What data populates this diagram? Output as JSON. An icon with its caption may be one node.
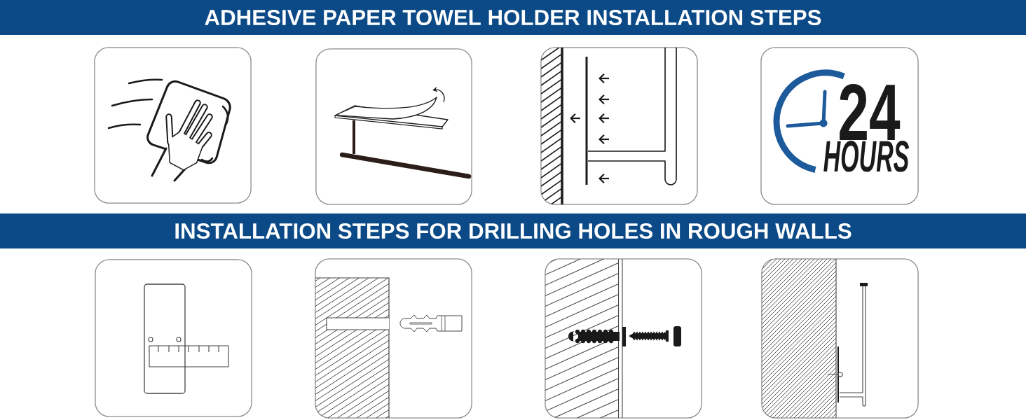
{
  "diagram": {
    "nodes": [
      {
        "text": [
          "ADHESIVE PAPER TOWEL HOLDER INSTALLATION STEPS"
        ]
      },
      {
        "text": [],
        "shape": "picture"
      },
      {
        "text": [],
        "shape": "picture"
      },
      {
        "text": [],
        "shape": "picture"
      },
      {
        "text": [
          "24",
          "HOURS"
        ]
      },
      {
        "text": [
          "INSTALLATION STEPS FOR DRILLING HOLES IN ROUGH WALLS"
        ]
      },
      {
        "text": [],
        "shape": "picture"
      },
      {
        "text": [],
        "shape": "picture"
      },
      {
        "text": [],
        "shape": "picture"
      },
      {
        "text": [],
        "shape": "picture"
      }
    ]
  }
}
